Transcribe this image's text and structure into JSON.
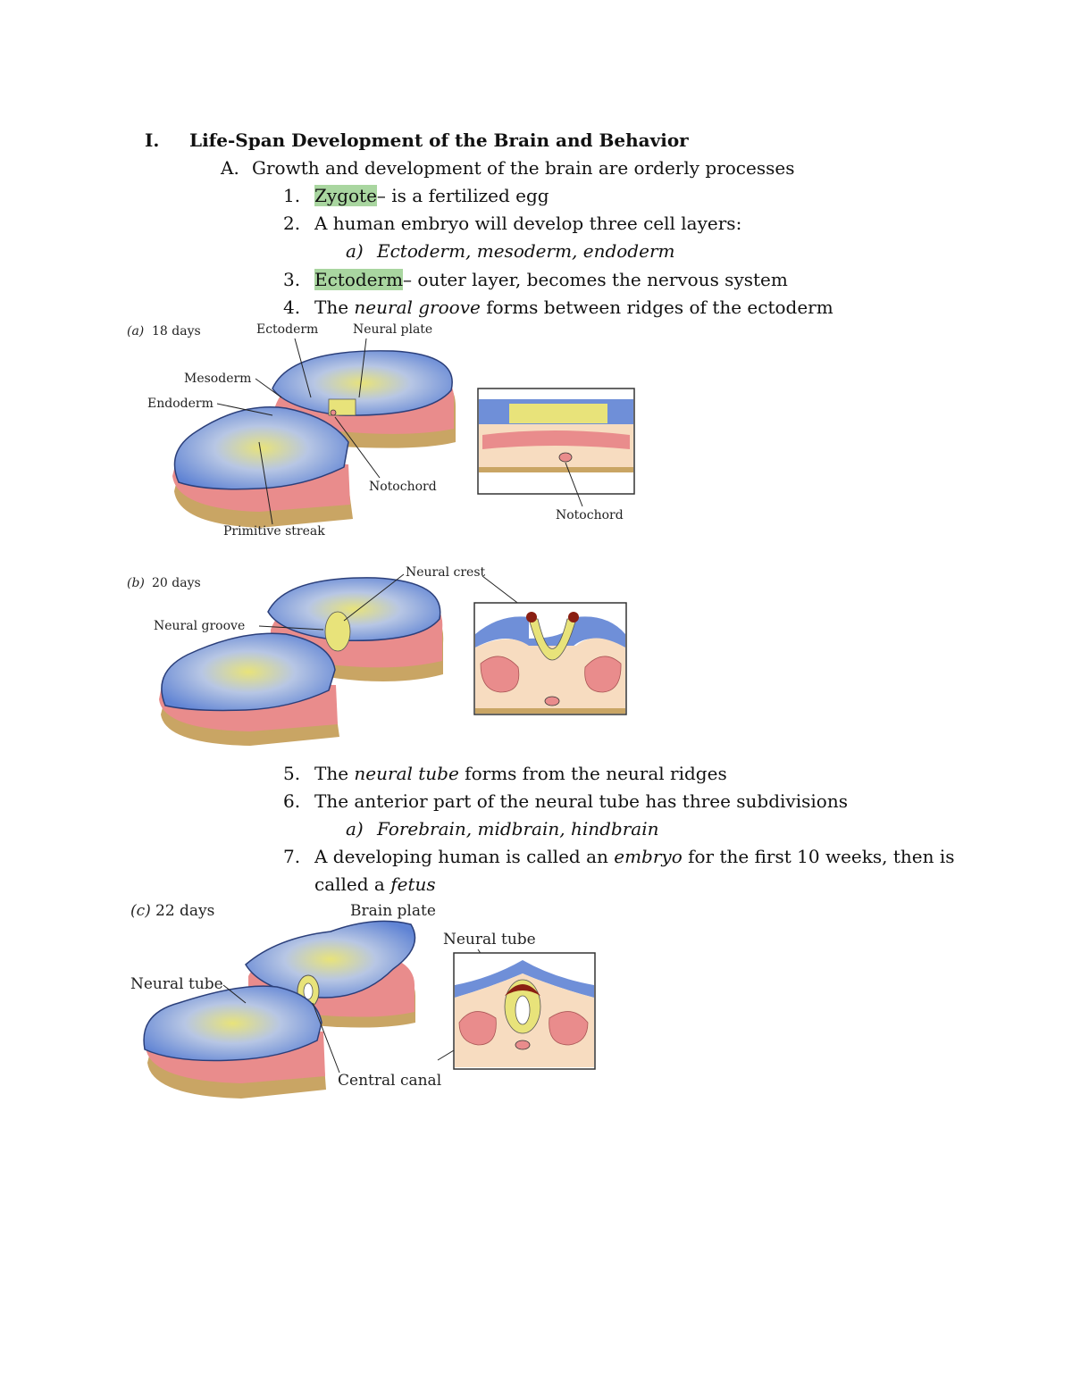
{
  "outline": {
    "heading": {
      "numeral": "I.",
      "title": "Life-Span Development of the Brain and Behavior"
    },
    "sub_a": {
      "letter": "A.",
      "text": "Growth and development of the brain are orderly processes"
    },
    "items": [
      {
        "num": "1.",
        "term": "Zygote",
        "rest": "– is a fertilized egg"
      },
      {
        "num": "2.",
        "text": "A human embryo will develop three cell layers:"
      },
      {
        "sub": "a)",
        "text": "Ectoderm, mesoderm, endoderm"
      },
      {
        "num": "3.",
        "term": "Ectoderm",
        "rest": "– outer layer, becomes the nervous system"
      },
      {
        "num": "4.",
        "pre": "The ",
        "em": "neural groove",
        "post": " forms between ridges of the ectoderm"
      },
      {
        "num": "5.",
        "pre": "The ",
        "em": "neural tube",
        "post": " forms from the neural ridges"
      },
      {
        "num": "6.",
        "text": "The anterior part of the neural tube has three subdivisions"
      },
      {
        "sub": "a)",
        "text": "Forebrain, midbrain, hindbrain"
      },
      {
        "num": "7.",
        "pre": "A developing human is called an ",
        "em": "embryo",
        "post": " for the first 10 weeks, then is"
      },
      {
        "pre": "called a ",
        "em": "fetus"
      }
    ]
  },
  "figures": {
    "a": {
      "panel": "(a)",
      "age": "18 days",
      "labels": {
        "ectoderm": "Ectoderm",
        "neural_plate": "Neural plate",
        "mesoderm": "Mesoderm",
        "endoderm": "Endoderm",
        "notochord": "Notochord",
        "primitive_streak": "Primitive streak",
        "notochord_inset": "Notochord"
      }
    },
    "b": {
      "panel": "(b)",
      "age": "20 days",
      "labels": {
        "neural_crest": "Neural crest",
        "neural_groove": "Neural groove"
      }
    },
    "c": {
      "panel": "(c)",
      "age": "22 days",
      "labels": {
        "brain_plate": "Brain plate",
        "neural_tube_inset": "Neural tube",
        "neural_tube": "Neural tube",
        "central_canal": "Central canal"
      }
    }
  },
  "colors": {
    "ectoderm_blue": "#6f8fd8",
    "mesoderm_pink": "#e98c8c",
    "endoderm_tan": "#c9a564",
    "neural_yellow": "#e8e37a",
    "tissue_cream": "#f7dcc0",
    "crest_red": "#8a1f12"
  }
}
